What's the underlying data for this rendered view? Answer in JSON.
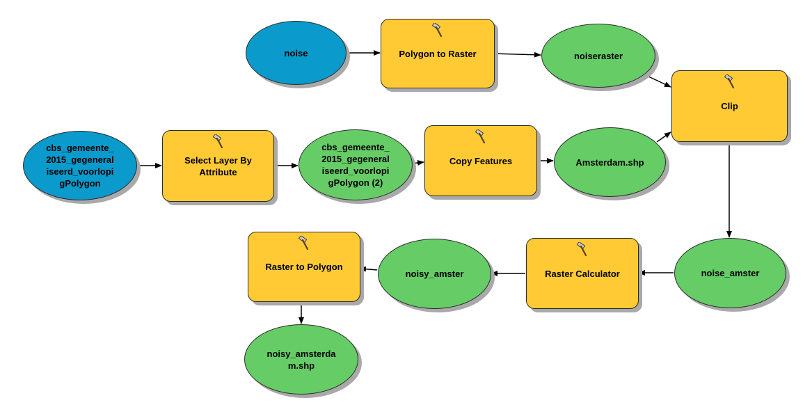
{
  "nodes": {
    "noise": "noise",
    "polygon_to_raster": "Polygon to Raster",
    "noiseraster": "noiseraster",
    "clip": "Clip",
    "cbs_input": "cbs_gemeente_\n2015_gegeneral\niseerd_voorlopi\ngPolygon",
    "select_layer": "Select Layer By\nAttribute",
    "cbs_copy": "cbs_gemeente_\n2015_gegeneral\niseerd_voorlopi\ngPolygon (2)",
    "copy_features": "Copy Features",
    "amsterdam": "Amsterdam.shp",
    "noise_amster": "noise_amster",
    "raster_calculator": "Raster Calculator",
    "noisy_amster": "noisy_amster",
    "raster_to_polygon": "Raster to Polygon",
    "noisy_amsterdam": "noisy_amsterda\nm.shp"
  },
  "colors": {
    "input": "#0a9acb",
    "output": "#65cc66",
    "tool": "#ffca33"
  },
  "icons": {
    "tool": "hammer-icon"
  }
}
